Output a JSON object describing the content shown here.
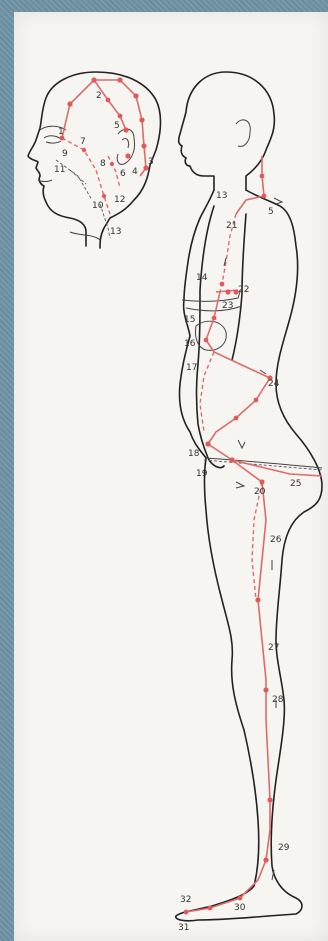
{
  "head_labels": {
    "l1": "1",
    "l2": "2",
    "l3": "3",
    "l4": "4",
    "l5": "5",
    "l6": "6",
    "l7": "7",
    "l8": "8",
    "l9": "9",
    "l10": "10",
    "l11": "11",
    "l12": "12",
    "l13": "13"
  },
  "body_labels": {
    "b13": "13",
    "b5": "5",
    "b21": "21",
    "b14": "14",
    "b22": "22",
    "b23": "23",
    "b15": "15",
    "b16": "16",
    "b17": "17",
    "b24": "24",
    "b18": "18",
    "b19": "19",
    "b20": "20",
    "b25": "25",
    "b26": "26",
    "b27": "27",
    "b28": "28",
    "b29": "29",
    "b30": "30",
    "b31": "31",
    "b32": "32"
  },
  "colors": {
    "meridian": "#e06a6a",
    "outline": "#222222",
    "background": "#6f94a6",
    "paper": "#f7f5f1"
  }
}
